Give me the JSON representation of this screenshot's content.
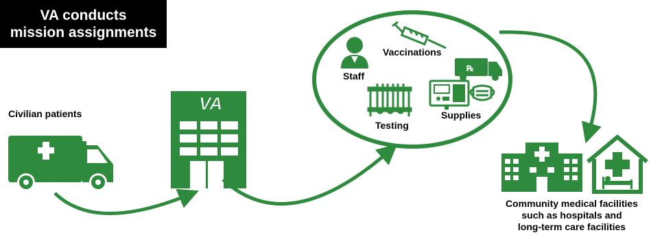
{
  "title": {
    "line1": "VA conducts",
    "line2": "mission assignments"
  },
  "labels": {
    "civilian_patients": "Civilian patients",
    "staff": "Staff",
    "vaccinations": "Vaccinations",
    "testing": "Testing",
    "supplies": "Supplies",
    "community_line1": "Community medical facilities",
    "community_line2": "such as hospitals and",
    "community_line3": "long-term care facilities",
    "va_logo": "VA",
    "rx": "℞"
  },
  "colors": {
    "green": "#2e8b3e",
    "black": "#000000",
    "white": "#ffffff"
  },
  "icons": [
    "ambulance-icon",
    "va-hospital-icon",
    "staff-icon",
    "syringe-icon",
    "delivery-truck-icon",
    "test-tubes-icon",
    "supplies-monitor-icon",
    "face-mask-icon",
    "hospital-building-icon",
    "care-home-icon"
  ]
}
